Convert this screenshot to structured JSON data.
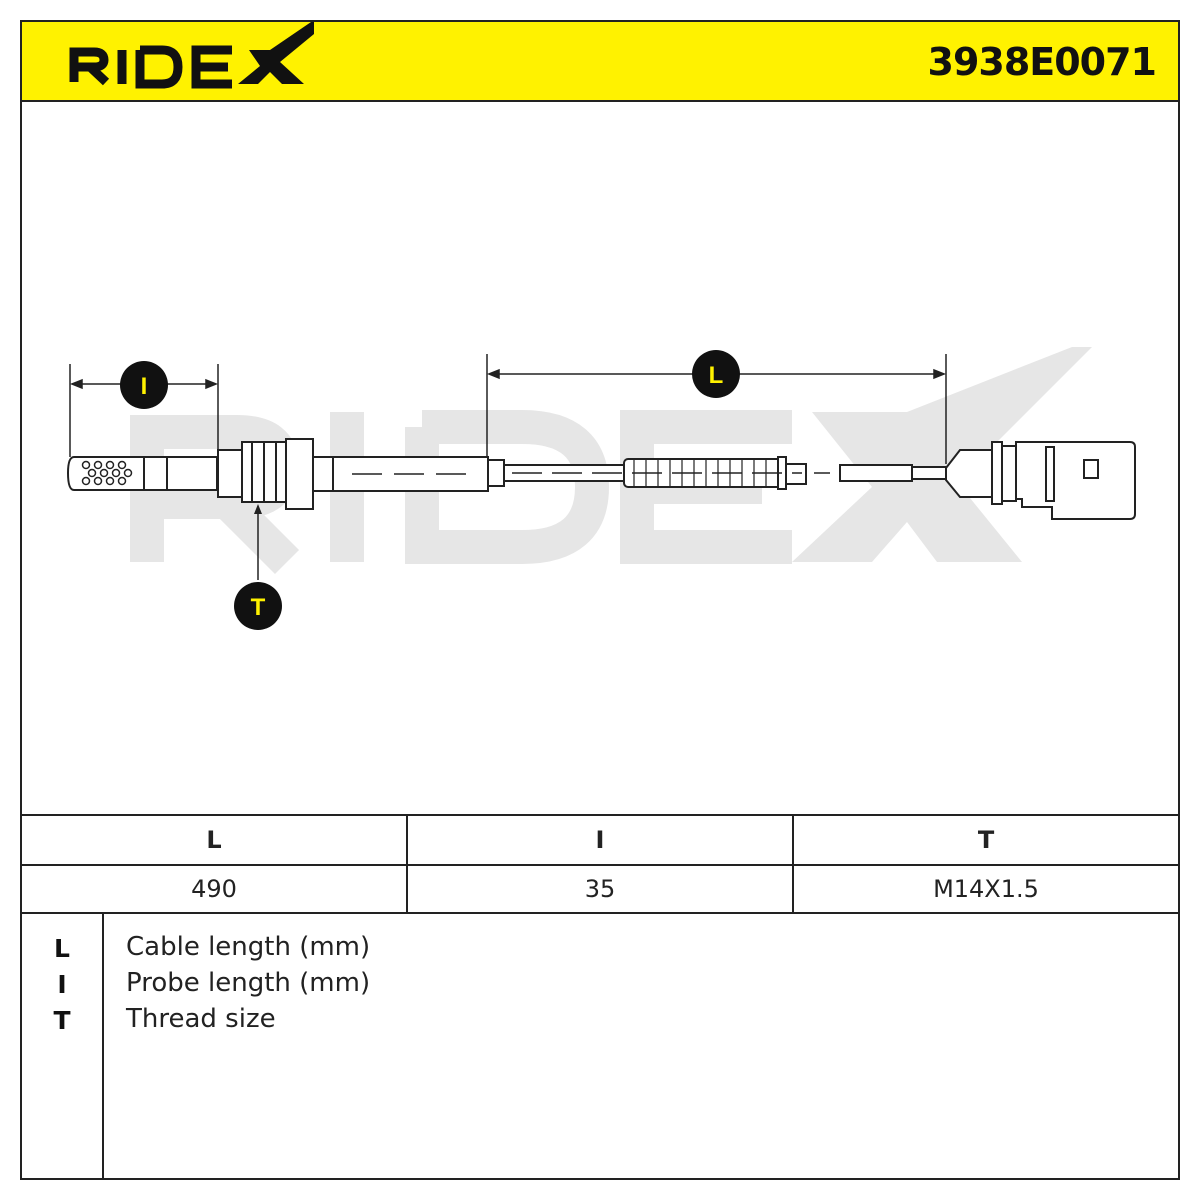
{
  "header": {
    "brand": "RIDEX",
    "part_number": "3938E0071",
    "accent_color": "#fff200"
  },
  "drawing": {
    "watermark": "RIDEX",
    "dimension_labels": {
      "probe": "I",
      "cable": "L",
      "thread": "T"
    }
  },
  "specs": {
    "headers": [
      "L",
      "I",
      "T"
    ],
    "values": [
      "490",
      "35",
      "M14X1.5"
    ]
  },
  "legend": {
    "items": [
      {
        "key": "L",
        "description": "Cable length (mm)"
      },
      {
        "key": "I",
        "description": "Probe length (mm)"
      },
      {
        "key": "T",
        "description": "Thread size"
      }
    ]
  }
}
